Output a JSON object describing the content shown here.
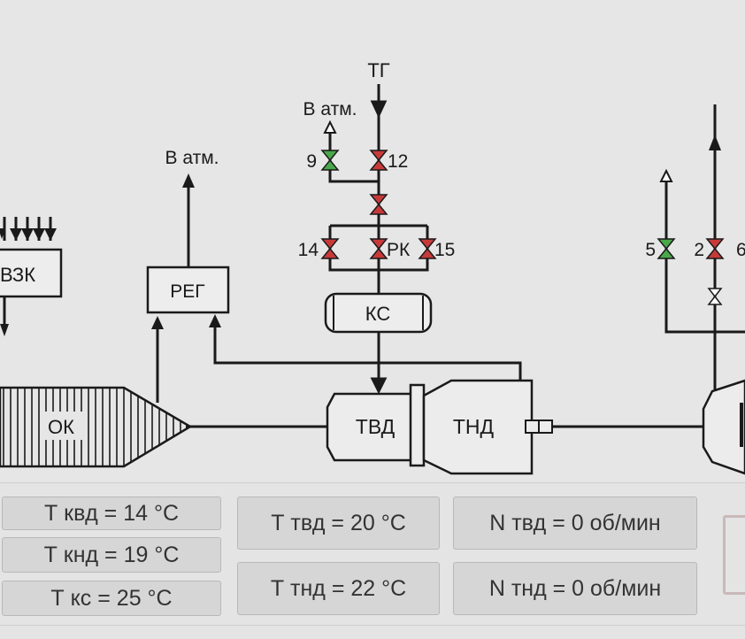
{
  "scheme": {
    "tg": "ТГ",
    "vent_atm_top": "В атм.",
    "vent_atm_reg": "В атм.",
    "block_vzk": "ВЗК",
    "block_reg": "РЕГ",
    "block_ks": "КС",
    "block_ok": "ОК",
    "block_tvd": "ТВД",
    "block_tnd": "ТНД",
    "valve_9": "9",
    "valve_12": "12",
    "valve_14": "14",
    "valve_rk": "РК",
    "valve_15": "15",
    "valve_5": "5",
    "valve_2": "2",
    "valve_6": "6",
    "colors": {
      "valve_open": "#4aa84a",
      "valve_closed": "#c83a3a",
      "line": "#1a1a1a"
    }
  },
  "readouts": {
    "t_kvd": "Т квд = 14 °С",
    "t_knd": "Т кнд = 19 °С",
    "t_ks": "Т кс = 25 °С",
    "t_tvd": "Т твд = 20 °С",
    "t_tnd": "Т тнд = 22 °С",
    "n_tvd": "N твд = 0 об/мин",
    "n_tnd": "N тнд = 0 об/мин"
  }
}
